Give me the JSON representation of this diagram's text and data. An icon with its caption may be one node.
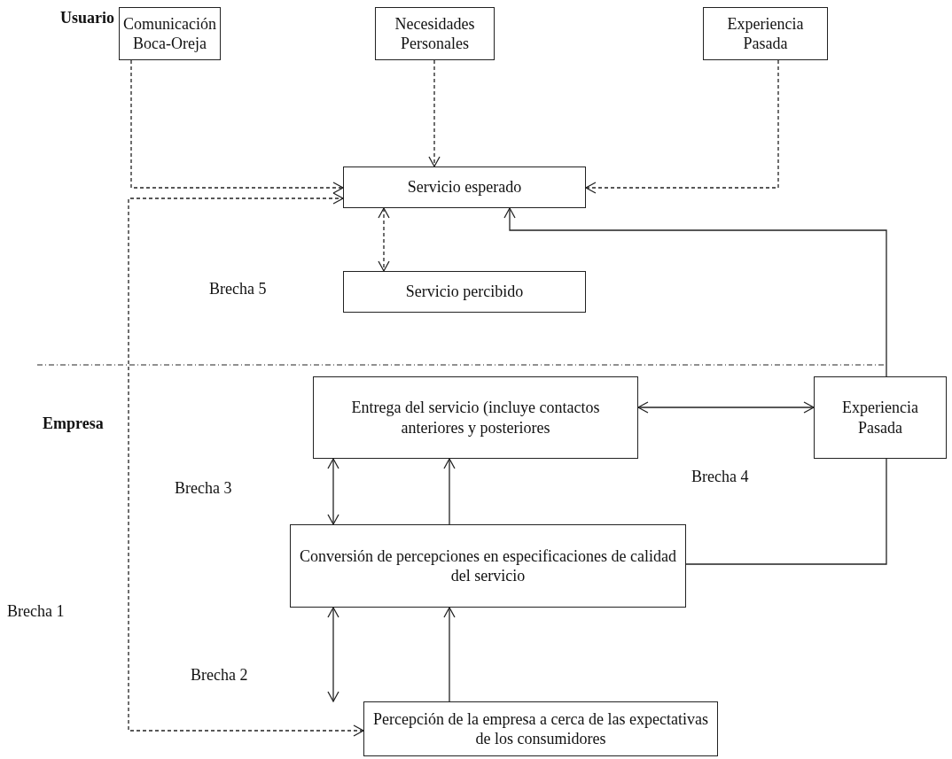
{
  "diagram": {
    "nodes": [
      {
        "text": [
          "Comunicación Boca-Oreja"
        ]
      },
      {
        "text": [
          "Necesidades Personales"
        ]
      },
      {
        "text": [
          "Experiencia Pasada"
        ]
      },
      {
        "text": [
          "Servicio esperado"
        ]
      },
      {
        "text": [
          "Servicio percibido"
        ]
      },
      {
        "text": [
          "Entrega del servicio (incluye contactos anteriores y posteriores"
        ]
      },
      {
        "text": [
          "Experiencia Pasada"
        ]
      },
      {
        "text": [
          "Conversión de percepciones en especificaciones de calidad del servicio"
        ]
      },
      {
        "text": [
          "Percepción de la empresa a cerca de las expectativas de los consumidores"
        ]
      }
    ],
    "edges": [
      {
        "from": 0,
        "to": 3,
        "arrow": "to",
        "style": "dashed"
      },
      {
        "from": 1,
        "to": 3,
        "arrow": "to",
        "style": "dashed"
      },
      {
        "from": 2,
        "to": 3,
        "arrow": "to",
        "style": "dashed"
      },
      {
        "from": 8,
        "to": 3,
        "arrow": "both",
        "style": "dashed"
      },
      {
        "from": 3,
        "to": 4,
        "arrow": "both",
        "style": "dashed"
      },
      {
        "from": 6,
        "to": 3,
        "arrow": "to"
      },
      {
        "from": 5,
        "to": 6,
        "arrow": "both"
      },
      {
        "from": 5,
        "to": 7,
        "arrow": "both"
      },
      {
        "from": 7,
        "to": 5,
        "arrow": "to"
      },
      {
        "from": 7,
        "to": 6,
        "arrow": "none"
      },
      {
        "from": 7,
        "to": 8,
        "arrow": "both"
      },
      {
        "from": 8,
        "to": 7,
        "arrow": "to"
      }
    ],
    "labels": [
      "Usuario",
      "Brecha 5",
      "Empresa",
      "Brecha 4",
      "Brecha 3",
      "Brecha 1",
      "Brecha 2"
    ]
  }
}
